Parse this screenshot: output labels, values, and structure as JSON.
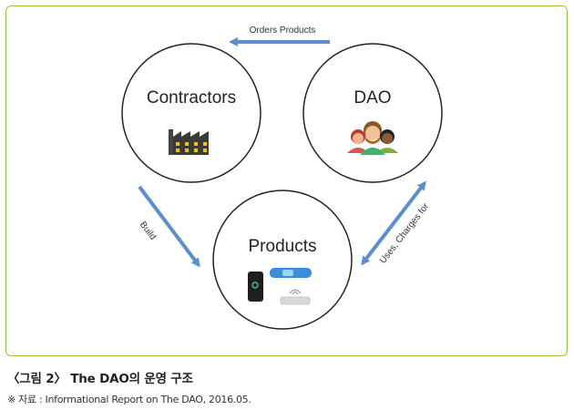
{
  "nodes": {
    "contractors": {
      "label": "Contractors"
    },
    "dao": {
      "label": "DAO"
    },
    "products": {
      "label": "Products"
    }
  },
  "edges": {
    "orders": {
      "label": "Orders Products"
    },
    "build": {
      "label": "Build"
    },
    "uses": {
      "label": "Uses, Charges for"
    }
  },
  "caption": {
    "title": "〈그림 2〉 The DAO의 운영 구조",
    "source": "※ 자료 : Informational Report on The DAO, 2016.05."
  },
  "colors": {
    "arrow": "#5b8fcc",
    "frame": "#8dc63f"
  },
  "icons": {
    "contractors": "factory-icon",
    "dao": "people-group-icon",
    "products": "devices-icon"
  }
}
